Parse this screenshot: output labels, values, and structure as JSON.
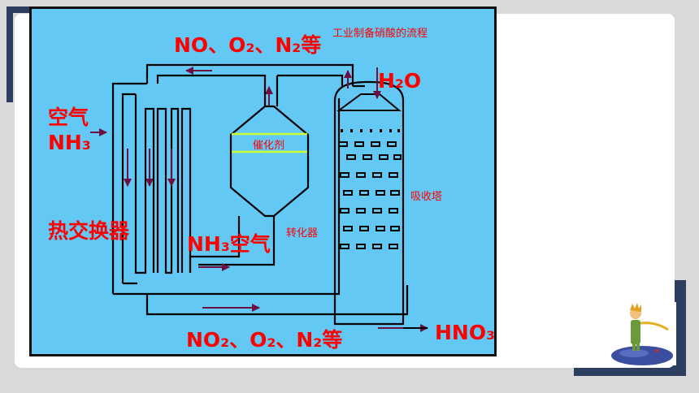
{
  "slide": {
    "title": "工业制备硝酸的流程"
  },
  "diagram": {
    "top_gas": "NO、O₂、N₂等",
    "water": "H₂O",
    "air": "空气",
    "ammonia": "NH₃",
    "catalyst": "催化剂",
    "absorption_tower": "吸收塔",
    "heat_exchanger": "热交换器",
    "ammonia_air": "NH₃空气",
    "converter": "转化器",
    "bottom_gas": "NO₂、O₂、N₂等",
    "nitric_acid": "HNO₃"
  },
  "colors": {
    "panel": "#64c8f5",
    "label": "#ff0000",
    "pipe": "#000000",
    "arrow": "#6b1040",
    "catalyst_band": "#ccff33",
    "frame": "#2e3e60"
  },
  "decoration": {
    "picture": "little-prince-on-planet"
  }
}
